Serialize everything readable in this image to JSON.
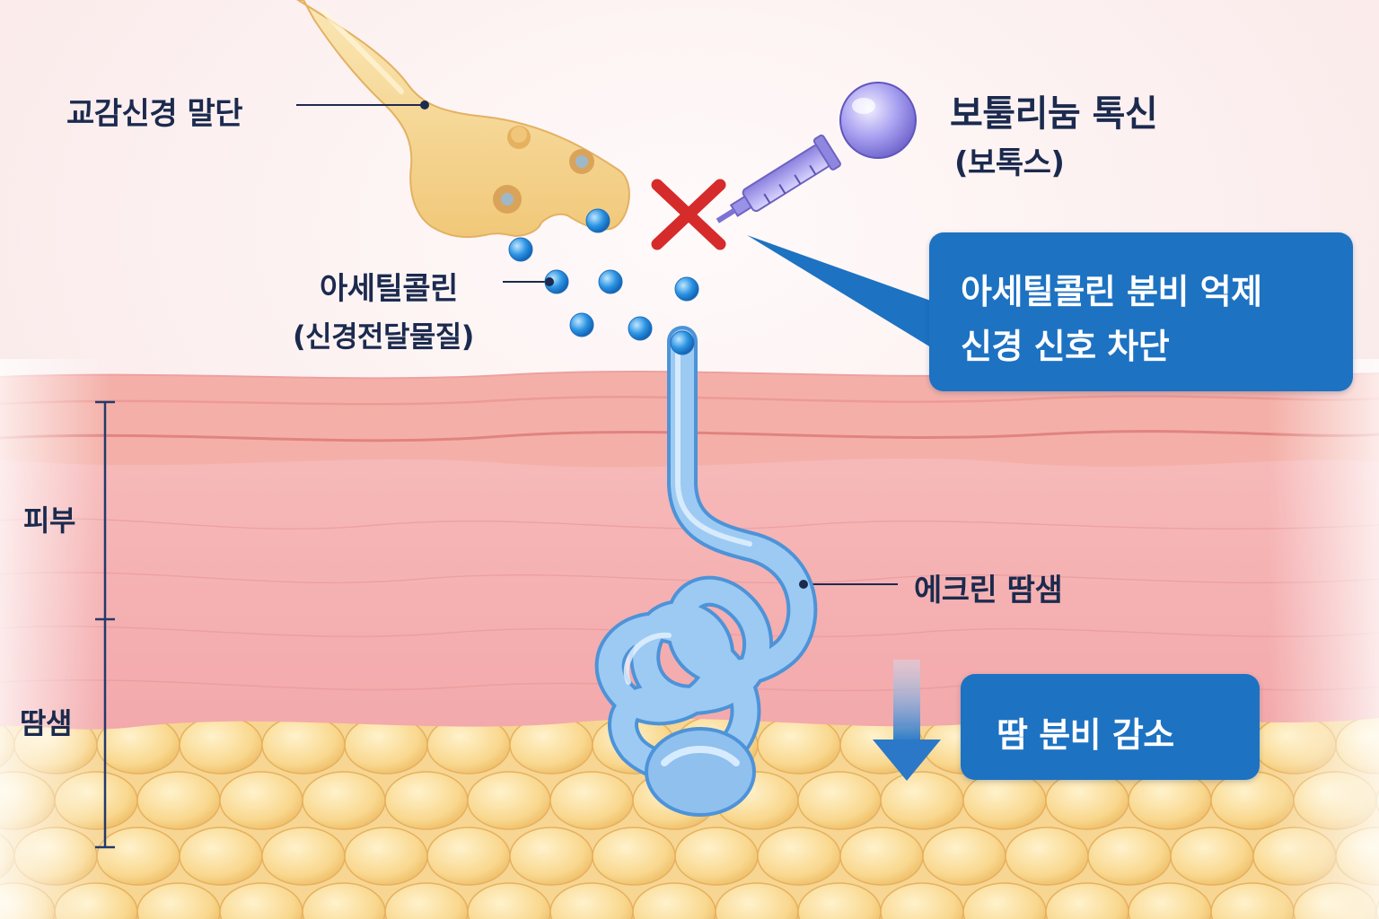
{
  "labels": {
    "sympathetic_terminal": "교감신경 말단",
    "botulinum_line1": "보툴리눔 톡신",
    "botulinum_line2": "(보톡스)",
    "acetylcholine_line1": "아세틸콜린",
    "acetylcholine_line2": "(신경전달물질)",
    "eccrine_gland": "에크린 땀샘",
    "skin": "피부",
    "sweat_gland": "땀샘"
  },
  "callouts": {
    "inhibit": {
      "line1": "아세틸콜린 분비 억제",
      "line2": "신경 신호 차단"
    },
    "reduce": {
      "text": "땀 분비 감소"
    }
  },
  "icons": {
    "block": "red-x-icon",
    "reduce": "down-arrow-icon",
    "toxin": "syringe-icon"
  },
  "colors": {
    "label_text": "#1b2a4e",
    "callout_bg": "#1d72c2",
    "block_x": "#d62b2b",
    "molecule": "#2a8ee0",
    "gland": "#8cc0ef",
    "nerve": "#f7d68e",
    "skin": "#f2a9ac",
    "fat": "#f8d48c"
  }
}
